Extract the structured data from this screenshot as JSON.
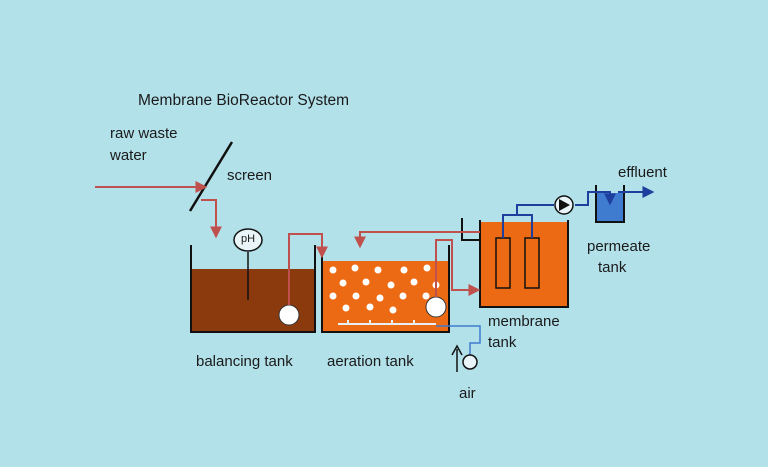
{
  "title": "Membrane BioReactor System",
  "labels": {
    "raw_waste_line1": "raw waste",
    "raw_waste_line2": "water",
    "screen": "screen",
    "effluent": "effluent",
    "permeate_line1": "permeate",
    "permeate_line2": "tank",
    "membrane_line1": "membrane",
    "membrane_line2": "tank",
    "balancing_tank": "balancing tank",
    "aeration_tank": "aeration tank",
    "air": "air",
    "ph_probe": "pH"
  },
  "colors": {
    "background": "#b3e1ea",
    "flow_line": "#c0504d",
    "permeate_line": "#1f3f9e",
    "air_line": "#3f7ccf",
    "balancing_fill": "#8b3a0e",
    "aeration_fill": "#ec6a13",
    "membrane_fill": "#ec6a13",
    "permeate_fill": "#3f7ccf"
  }
}
